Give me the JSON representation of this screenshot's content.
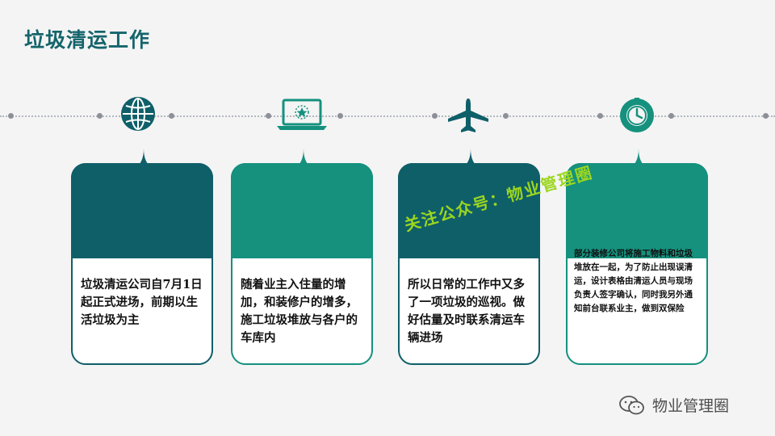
{
  "title": "垃圾清运工作",
  "colors": {
    "dark": "#0f5f69",
    "teal": "#15917e",
    "dot": "#8e9099"
  },
  "icons": [
    "globe-icon",
    "laptop-star-icon",
    "airplane-icon",
    "clock-icon"
  ],
  "cards": [
    {
      "text": "垃圾清运公司自7月1日起正式进场，前期以生活垃圾为主"
    },
    {
      "text": "随着业主入住量的增加，和装修户的增多，施工垃圾堆放与各户的车库内"
    },
    {
      "text": "所以日常的工作中又多了一项垃圾的巡视。做好估量及时联系清运车辆进场"
    },
    {
      "text": "部分装修公司将施工物料和垃圾堆放在一起，为了防止出现误清运，设计表格由清运人员与现场负责人签字确认，同时我另外通知前台联系业主，做到双保险"
    }
  ],
  "watermark": "关注公众号：物业管理圈",
  "brand": "物业管理圈"
}
